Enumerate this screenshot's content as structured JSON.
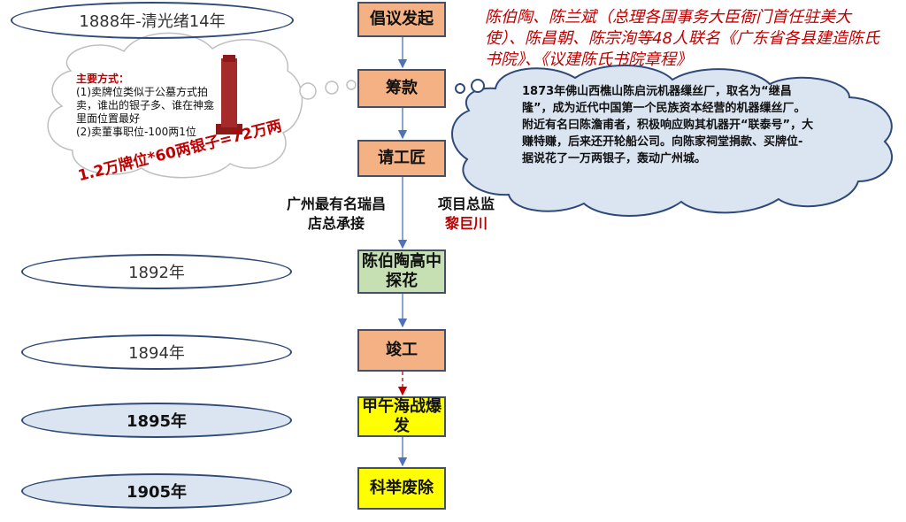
{
  "timeline": {
    "y1888": "1888年-清光绪14年",
    "y1892": "1892年",
    "y1894": "1894年",
    "y1895": "1895年",
    "y1905": "1905年"
  },
  "steps": {
    "s1": "倡议发起",
    "s2": "筹款",
    "s3": "请工匠",
    "s4": "陈伯陶高中探花",
    "s5": "竣工",
    "s6": "甲午海战爆发",
    "s7": "科举废除"
  },
  "initiators": "陈伯陶、陈兰斌（总理各国事务大臣衙门首任驻美大使）、陈昌朝、陈宗洵等48人联名《广东省各县建造陈氏书院》、《议建陈氏书院章程》",
  "funding": {
    "title": "主要方式：",
    "line1": "(1)卖牌位类似于公墓方式拍卖，谁出的银子多、谁在神龛里面位置最好",
    "line2": "(2)卖董事职位-100两1位",
    "formula": "1.2万牌位*60两银子=72万两"
  },
  "cloud_text": "1873年佛山西樵山陈启沅机器缫丝厂，取名为“继昌隆”，成为近代中国第一个民族资本经营的机器缫丝厂。附近有名曰陈澹甫者，积极响应购其机器开“联泰号”，大赚特赚，后来还开轮船公司。向陈家祠堂捐款、买牌位-据说花了一万两银子，轰动广州城。",
  "craftsmen": {
    "contractor": "广州最有名瑞昌店总承接",
    "supervisor_title": "项目总监",
    "supervisor_name": "黎巨川"
  },
  "colors": {
    "orange": "#f4b183",
    "green": "#c6e0b4",
    "yellow": "#ffff00",
    "red": "#c00000",
    "cloud": "#dbe5f2"
  }
}
